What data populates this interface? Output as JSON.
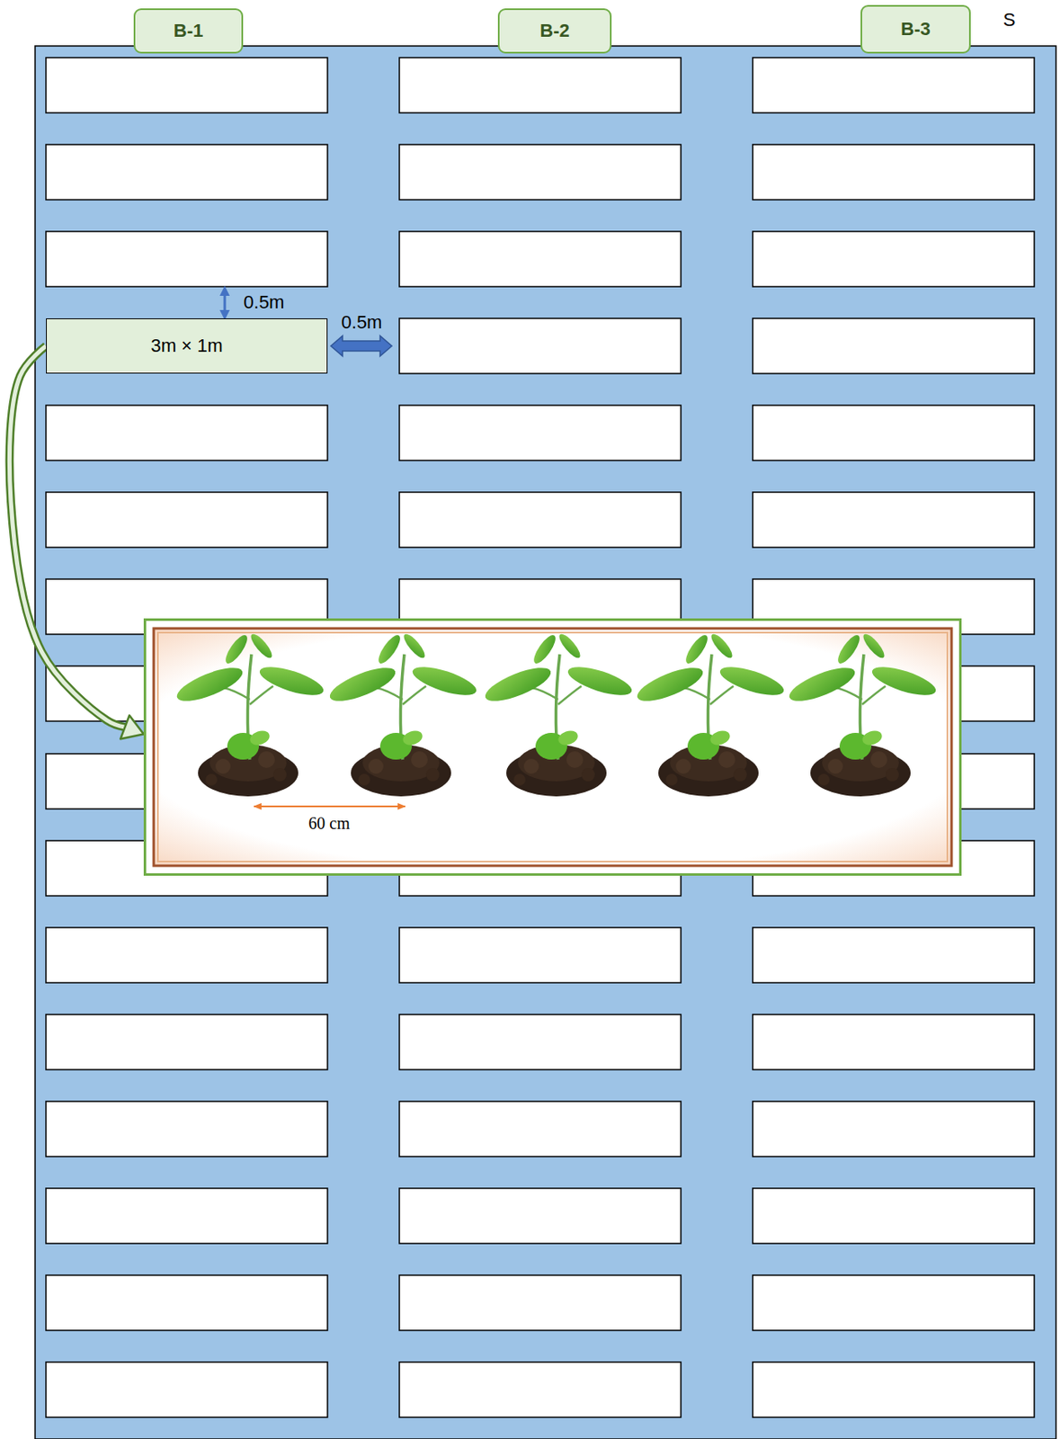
{
  "diagram": {
    "nodes": [
      {
        "text": [
          "B-1"
        ]
      },
      {
        "text": [
          "B-2"
        ]
      },
      {
        "text": [
          "B-3"
        ]
      },
      {
        "text": [
          "3m × 1m"
        ]
      },
      {
        "text": [
          "60 cm"
        ]
      }
    ],
    "edges": [
      {
        "from": 3,
        "to": 4,
        "arrow": "to"
      }
    ],
    "labels": [
      "S",
      "0.5m",
      "0.5m"
    ]
  }
}
